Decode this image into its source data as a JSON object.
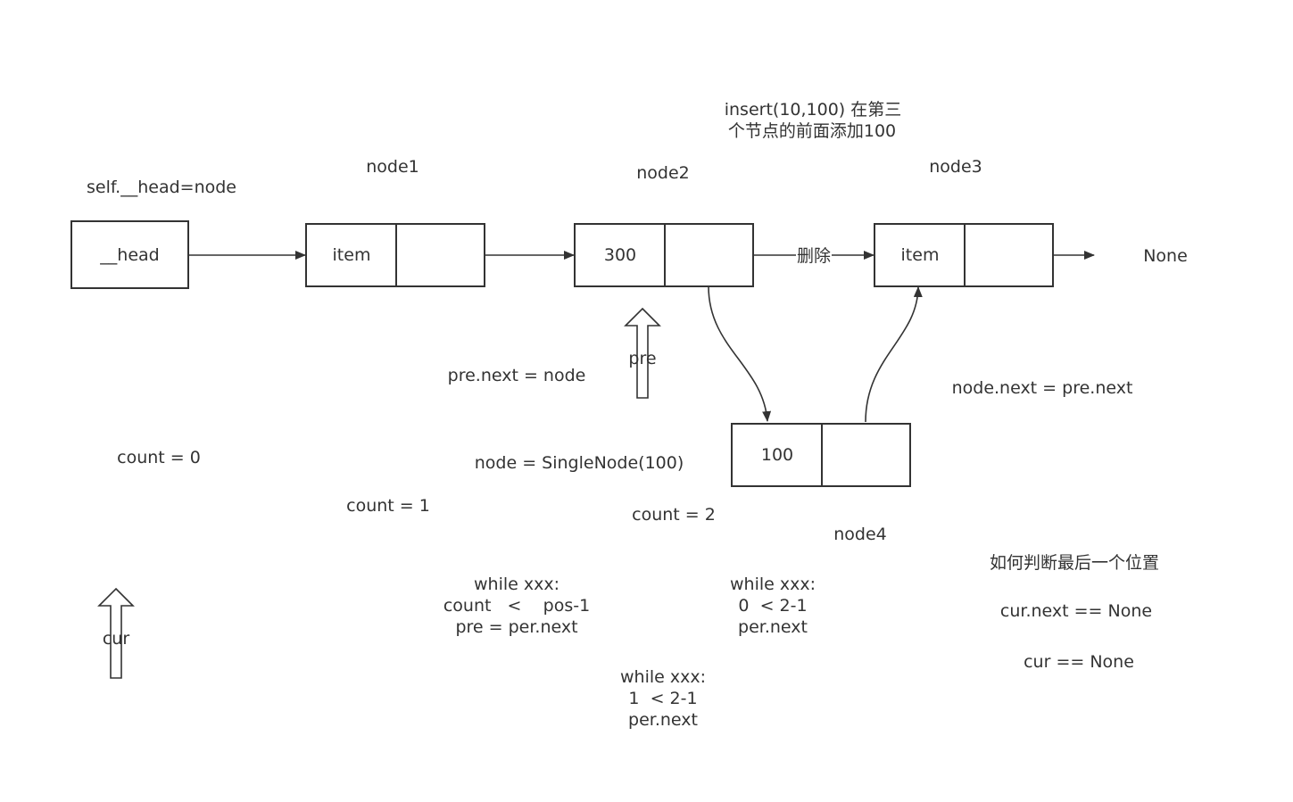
{
  "nodes": {
    "head": {
      "label": "__head"
    },
    "node1": {
      "item": "item",
      "title": "node1"
    },
    "node2": {
      "item": "300",
      "title": "node2"
    },
    "node3": {
      "item": "item",
      "title": "node3"
    },
    "node4": {
      "item": "100",
      "title": "node4"
    }
  },
  "labels": {
    "self_head": "self.__head=node",
    "none": "None",
    "delete": "删除",
    "insert_line1": "insert(10,100)  在第三",
    "insert_line2": "个节点的前面添加100",
    "pre": "pre",
    "cur": "cur",
    "pre_next_node": "pre.next = node",
    "node_next_pre_next": "node.next = pre.next",
    "node_single": "node = SingleNode(100)",
    "count0": "count = 0",
    "count1": "count = 1",
    "count2": "count = 2",
    "while1_l1": "while xxx:",
    "while1_l2": "count   <    pos-1",
    "while1_l3": "pre = per.next",
    "while2_l1": "while xxx:",
    "while2_l2": "0  < 2-1",
    "while2_l3": "per.next",
    "while3_l1": "while xxx:",
    "while3_l2": "1  < 2-1",
    "while3_l3": "per.next",
    "judge_title": "如何判断最后一个位置",
    "judge_1": "cur.next == None",
    "judge_2": "cur == None"
  },
  "colors": {
    "stroke": "#333333",
    "text": "#333333",
    "background": "#ffffff"
  }
}
